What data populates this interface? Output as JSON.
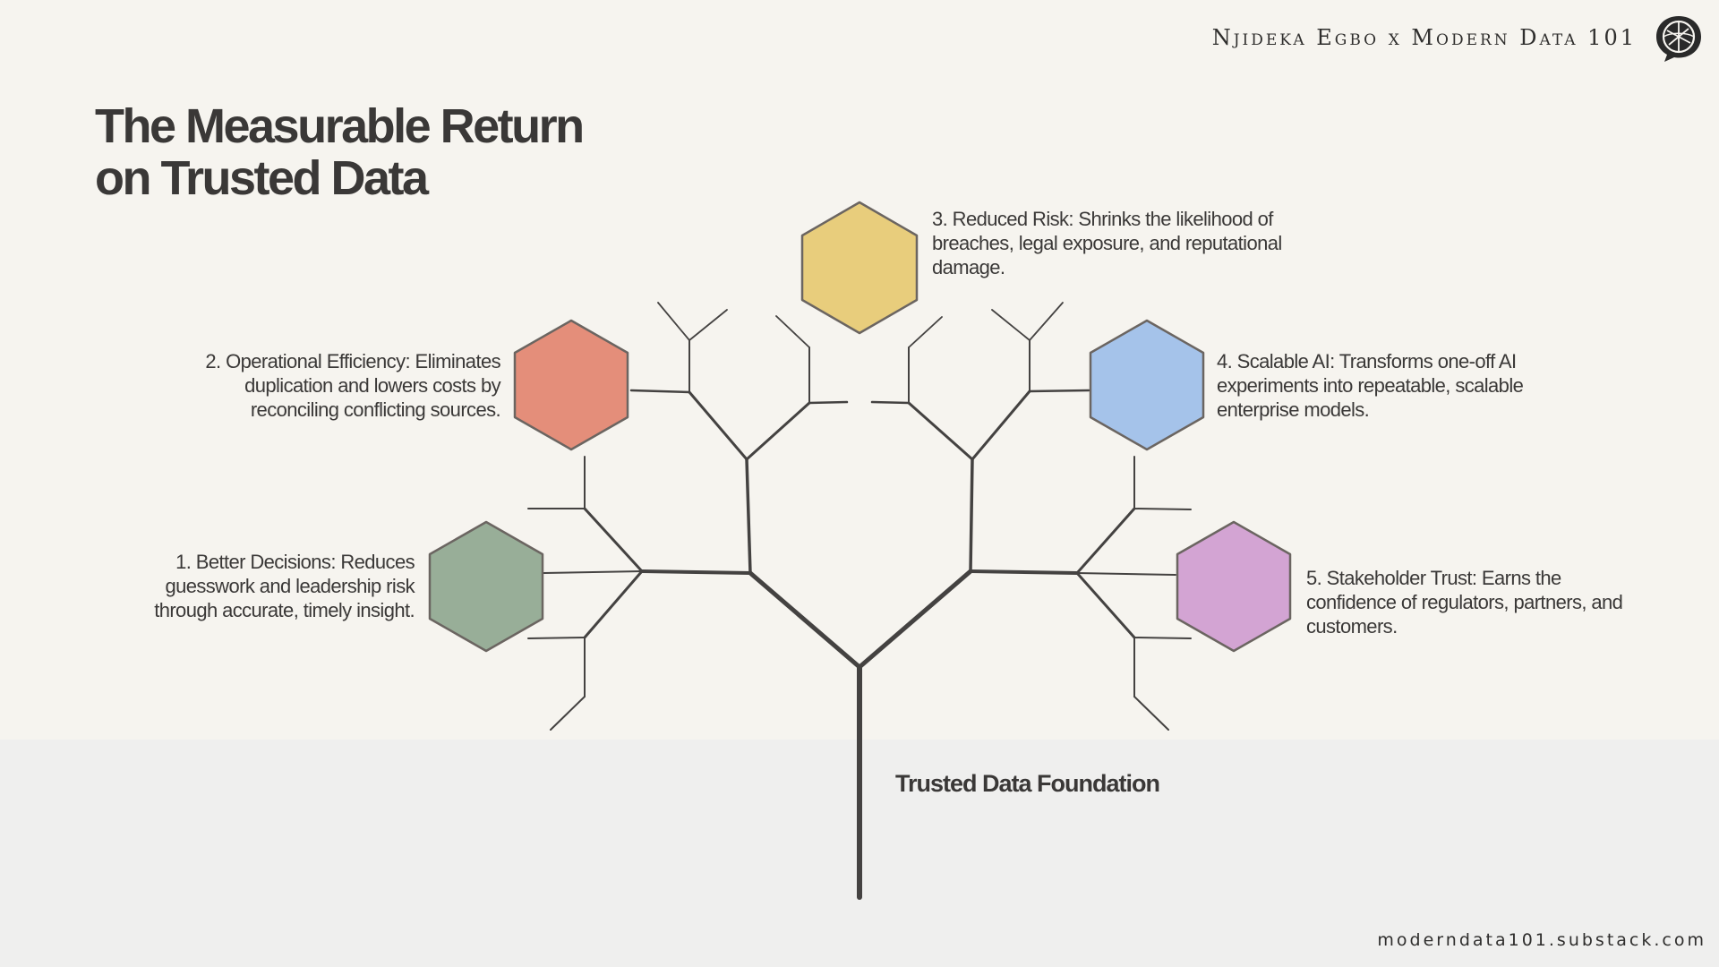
{
  "header": {
    "brand": "Njideka Egbo x Modern Data 101",
    "logo_icon": "speech-bubble-globe-icon"
  },
  "title": {
    "line1": "The Measurable Return",
    "line2": "on Trusted Data"
  },
  "benefits": [
    {
      "text": "1. Better Decisions: Reduces guesswork and leadership risk through accurate, timely insight.",
      "color": "#98ae98"
    },
    {
      "text": "2. Operational Efficiency: Eliminates duplication and lowers costs by reconciling conflicting sources.",
      "color": "#e48e7a"
    },
    {
      "text": "3. Reduced Risk: Shrinks the likelihood of breaches, legal exposure, and reputational damage.",
      "color": "#e8cd7c"
    },
    {
      "text": "4. Scalable AI: Transforms one-off AI experiments into repeatable, scalable enterprise models.",
      "color": "#a5c3ea"
    },
    {
      "text": "5. Stakeholder Trust: Earns the confidence of regulators, partners, and customers.",
      "color": "#d3a4d3"
    }
  ],
  "foundation": "Trusted Data Foundation",
  "footer": {
    "url": "moderndata101.substack.com"
  }
}
